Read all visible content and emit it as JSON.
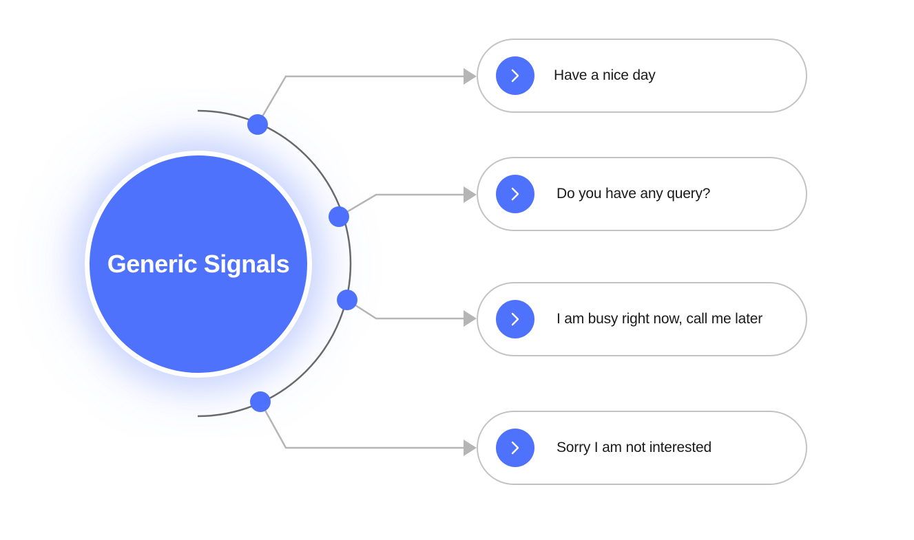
{
  "hub": {
    "title": "Generic Signals",
    "color": "#4f72fc"
  },
  "signals": [
    {
      "label": "Have a nice day",
      "icon": "chevron-right-icon"
    },
    {
      "label": "Do you have any query?",
      "icon": "chevron-right-icon"
    },
    {
      "label": "I am busy right now, call me later",
      "icon": "chevron-right-icon"
    },
    {
      "label": "Sorry I am not interested",
      "icon": "chevron-right-icon"
    }
  ],
  "colors": {
    "accent": "#4f72fc",
    "connector": "#b5b5b5",
    "arc": "#6b6b6b",
    "card_border": "#c3c3c3"
  }
}
